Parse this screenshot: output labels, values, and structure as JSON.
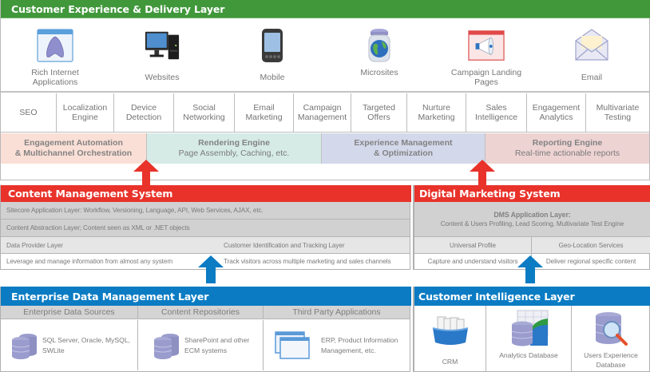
{
  "customer_experience": {
    "title": "Customer Experience & Delivery Layer",
    "header_color": "#41983b",
    "channels": [
      {
        "icon": "rich-internet-app-icon",
        "label": "Rich Internet Applications"
      },
      {
        "icon": "desktop-computer-icon",
        "label": "Websites"
      },
      {
        "icon": "mobile-device-icon",
        "label": "Mobile"
      },
      {
        "icon": "globe-jar-icon",
        "label": "Microsites"
      },
      {
        "icon": "megaphone-icon",
        "label": "Campaign Landing Pages"
      },
      {
        "icon": "envelope-icon",
        "label": "Email"
      }
    ],
    "features": [
      "SEO",
      "Localization Engine",
      "Device Detection",
      "Social Networking",
      "Email Marketing",
      "Campaign Management",
      "Targeted Offers",
      "Nurture Marketing",
      "Sales Intelligence",
      "Engagement Analytics",
      "Multivariate Testing"
    ],
    "engines": [
      {
        "title": "Engagement Automation",
        "subtitle": "& Multichannel Orchestration",
        "color": "#fadfd6",
        "title_bold": true
      },
      {
        "title": "Rendering Engine",
        "subtitle": "Page Assembly, Caching, etc.",
        "color": "#d6ebe6",
        "title_bold": true
      },
      {
        "title": "Experience Management",
        "subtitle": "& Optimization",
        "color": "#d3d8ea",
        "title_bold": true
      },
      {
        "title": "Reporting Engine",
        "subtitle": "Real-time actionable reports",
        "color": "#eed3d3",
        "title_bold": true
      }
    ]
  },
  "cms": {
    "title": "Content Management System",
    "header_color": "#e8322a",
    "rows": [
      "Sitecore Application Layer: Workflow, Versioning, Language, API, Web Services, AJAX, etc.",
      "Content Abstraction Layer; Content seen as XML or .NET objects"
    ],
    "layers": [
      {
        "name": "Data Provider Layer",
        "description": "Leverage and manage information from almost any system"
      },
      {
        "name": "Customer Identification and Tracking Layer",
        "description": "Track visitors across multiple marketing and sales channels"
      }
    ]
  },
  "dms": {
    "title": "Digital Marketing System",
    "header_color": "#e8322a",
    "app_layer_title": "DMS Application Layer:",
    "app_layer_detail": "Content & Users Profiling, Lead Scoring, Multivariate Test Engine",
    "services": [
      {
        "name": "Universal Profile",
        "description": "Capture and understand visitors"
      },
      {
        "name": "Geo-Location Services",
        "description": "Deliver regional specific content"
      }
    ]
  },
  "enterprise": {
    "title": "Enterprise Data Management Layer",
    "header_color": "#0b7cc3",
    "columns": [
      {
        "header": "Enterprise Data Sources",
        "icon": "database-icon",
        "text": "SQL Server, Oracle,  MySQL, SWLite"
      },
      {
        "header": "Content Repositories",
        "icon": "database-icon",
        "text": "SharePoint and other ECM systems"
      },
      {
        "header": "Third Party Applications",
        "icon": "application-windows-icon",
        "text": "ERP, Product Information Management, etc."
      }
    ]
  },
  "customer_intelligence": {
    "title": "Customer Intelligence Layer",
    "header_color": "#0b7cc3",
    "items": [
      {
        "icon": "crm-folder-icon",
        "label": "CRM"
      },
      {
        "icon": "analytics-database-icon",
        "label": "Analytics Database"
      },
      {
        "icon": "database-search-icon",
        "label": "Users Experience Database"
      }
    ]
  }
}
